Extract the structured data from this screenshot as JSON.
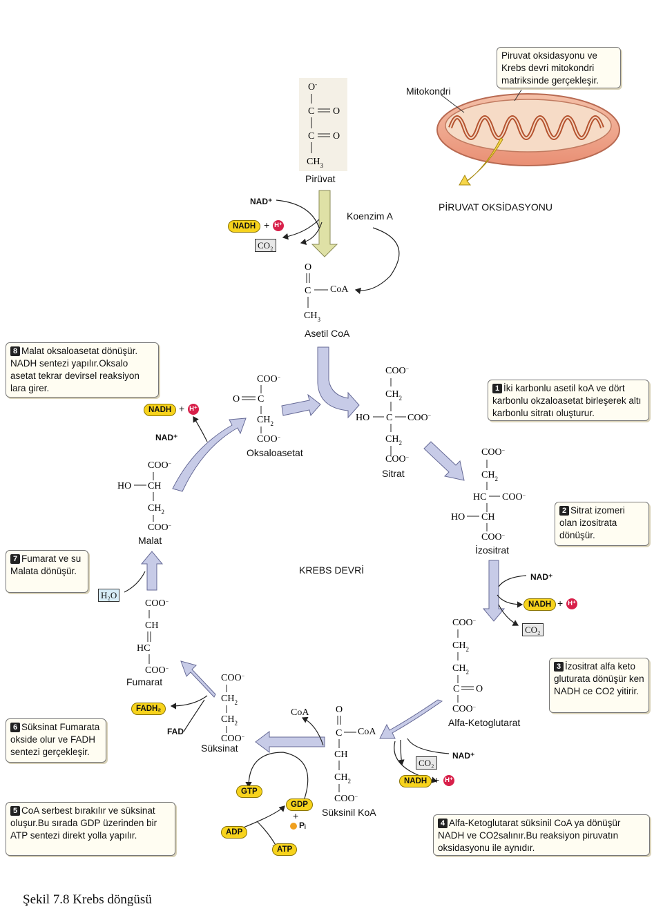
{
  "title": "KREBS DEVRİ",
  "pyruvate_ox_title": "PİRUVAT OKSİDASYONU",
  "mito_label": "Mitokondri",
  "mito_note": "Piruvat oksidasyonu ve Krebs devri mitokondri matriksinde gerçekleşir.",
  "caption": "Şekil 7.8  Krebs döngüsü",
  "molecules": {
    "piruvat": "Pirüvat",
    "asetil_coa": "Asetil CoA",
    "koenzim_a": "Koenzim A",
    "oksaloasetat": "Oksaloasetat",
    "sitrat": "Sitrat",
    "izositrat": "İzositrat",
    "alfa_keto": "Alfa-Ketoglutarat",
    "suksinil_koa": "Süksinil KoA",
    "suksinat": "Süksinat",
    "fumarat": "Fumarat",
    "malat": "Malat"
  },
  "cofactors": {
    "nad": "NAD⁺",
    "nadh": "NADH",
    "hplus": "H⁺",
    "co2": "CO₂",
    "fad": "FAD",
    "fadh2": "FADH₂",
    "gtp": "GTP",
    "gdp": "GDP",
    "adp": "ADP",
    "atp": "ATP",
    "pi": "Pᵢ",
    "h2o": "H₂O",
    "coa": "CoA",
    "plus": "+"
  },
  "steps": [
    {
      "n": "1",
      "text": "İki karbonlu asetil koA  ve dört karbonlu okzaloasetat birleşerek altı karbonlu  sitratı oluşturur."
    },
    {
      "n": "2",
      "text": "Sitrat izomeri olan izositrata dönüşür."
    },
    {
      "n": "3",
      "text": "İzositrat alfa keto gluturata dönüşür ken NADH ce CO2 yitirir."
    },
    {
      "n": "4",
      "text": "Alfa-Ketoglutarat süksinil CoA ya dönüşür NADH ve CO2salınır.Bu reaksiyon piruvatın oksidasyonu ile aynıdır."
    },
    {
      "n": "5",
      "text": "CoA serbest bırakılır ve süksinat oluşur.Bu sırada GDP üzerinden bir ATP sentezi direkt yolla yapılır."
    },
    {
      "n": "6",
      "text": "Süksinat Fumarata okside olur ve FADH sentezi gerçekleşir."
    },
    {
      "n": "7",
      "text": "Fumarat ve su Malata dönüşür."
    },
    {
      "n": "8",
      "text": "Malat oksaloasetat dönüşür. NADH sentezi yapılır.Oksalo asetat tekrar devirsel reaksiyon lara girer."
    }
  ]
}
